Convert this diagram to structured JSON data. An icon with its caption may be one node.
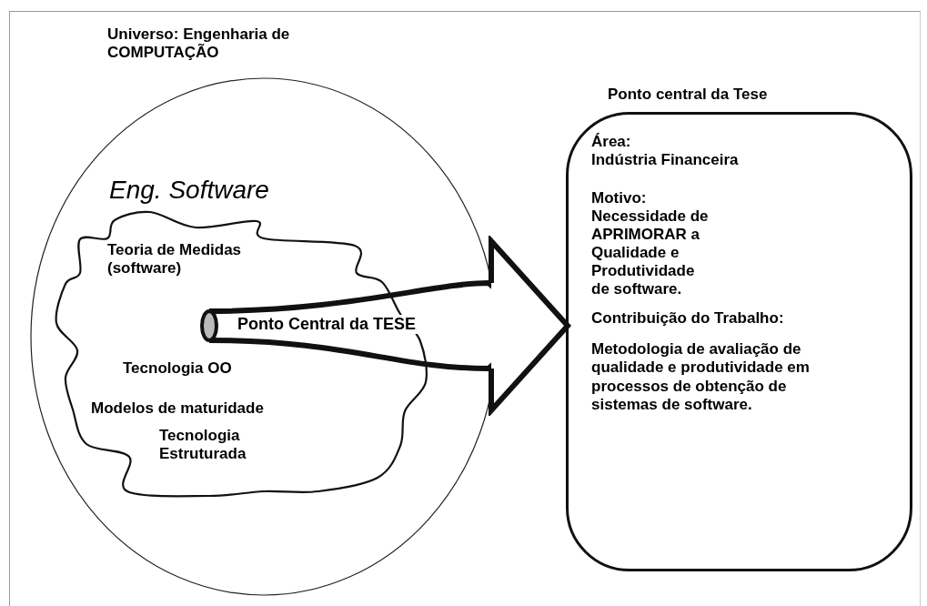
{
  "diagram": {
    "nodes": [
      {
        "text": [
          "Universo: Engenharia de COMPUTAÇÃO"
        ]
      },
      {
        "text": [
          "Eng. Software",
          "Teoria de Medidas (software)",
          "Tecnologia OO",
          "Modelos de maturidade",
          "Tecnologia Estruturada"
        ],
        "in": 0
      },
      {
        "text": [],
        "shape": "circle",
        "in": 1
      },
      {
        "text": [
          "Ponto central da Tese",
          "Área:",
          "Indústria Financeira",
          "Motivo:",
          "Necessidade de APRIMORAR a Qualidade e Produtividade de software.",
          "Contribuição do Trabalho:",
          "Metodologia de avaliação de qualidade e produtividade em processos de obtenção de sistemas de software."
        ]
      }
    ],
    "edges": [
      {
        "from": 2,
        "to": 3,
        "arrow": "to",
        "label": "Ponto Central da TESE"
      }
    ]
  }
}
